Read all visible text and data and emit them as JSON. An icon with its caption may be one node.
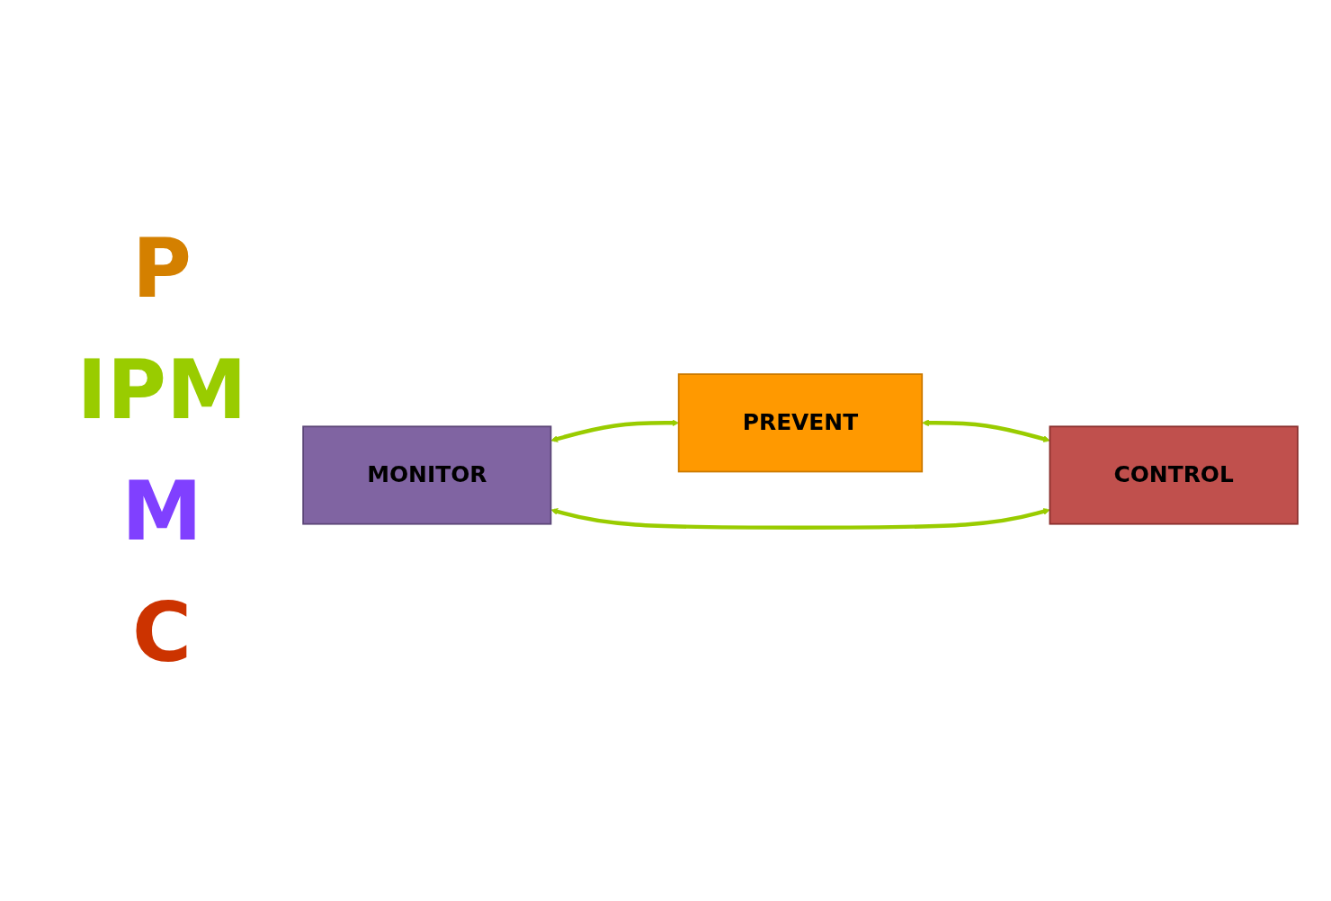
{
  "diagram": {
    "nodes": [
      {
        "text": [
          "PREVENT"
        ]
      },
      {
        "text": [
          "MONITOR"
        ]
      },
      {
        "text": [
          "CONTROL"
        ]
      }
    ],
    "edges": [
      {
        "from": 1,
        "to": 0,
        "arrow": "both"
      },
      {
        "from": 0,
        "to": 2,
        "arrow": "both"
      },
      {
        "from": 1,
        "to": 2,
        "arrow": "both"
      }
    ],
    "labels": [
      "P",
      "IPM",
      "M",
      "C"
    ]
  }
}
